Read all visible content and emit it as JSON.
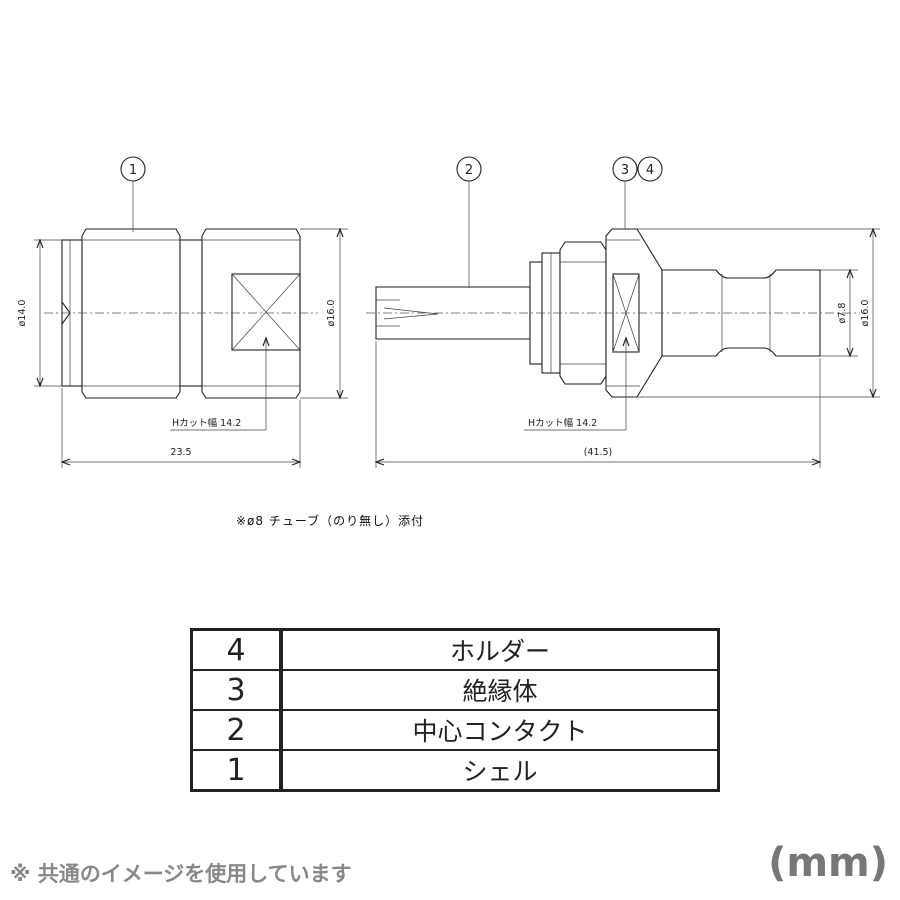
{
  "balloons": {
    "b1": "1",
    "b2": "2",
    "b3": "3",
    "b4": "4"
  },
  "dimensions": {
    "left_dia_small": "ø14.0",
    "left_dia_large": "ø16.0",
    "left_hcut": "Hカット幅 14.2",
    "left_length": "23.5",
    "right_dia_small": "ø7.8",
    "right_dia_large": "ø16.0",
    "right_hcut": "Hカット幅 14.2",
    "right_length": "(41.5)"
  },
  "note": "※ø8 チューブ（のり無し）添付",
  "parts_table": [
    {
      "no": "4",
      "name": "ホルダー"
    },
    {
      "no": "3",
      "name": "絶縁体"
    },
    {
      "no": "2",
      "name": "中心コンタクト"
    },
    {
      "no": "1",
      "name": "シェル"
    }
  ],
  "footnote": "※ 共通のイメージを使用しています",
  "unit": "(mm)"
}
